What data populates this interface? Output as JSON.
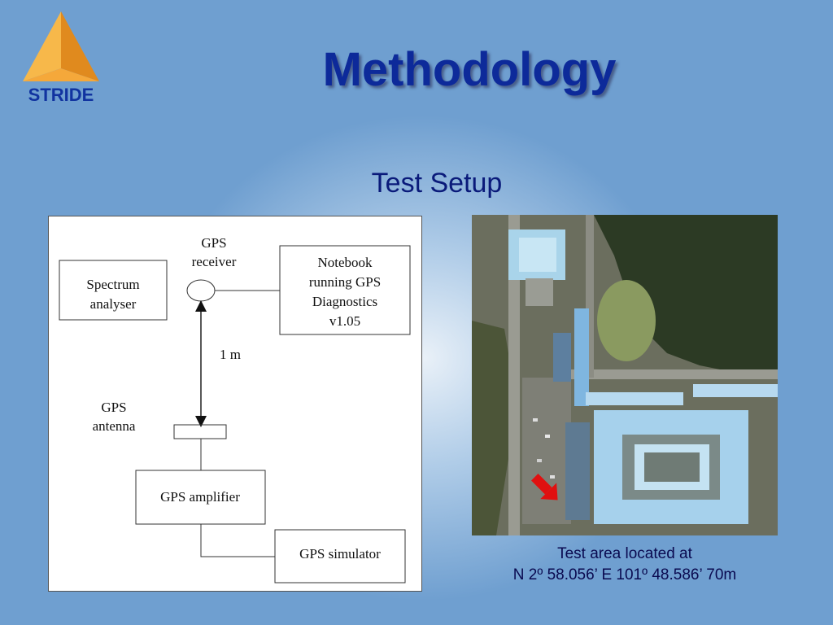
{
  "slide": {
    "title": "Methodology",
    "subtitle": "Test Setup"
  },
  "logo": {
    "text": "STRIDE",
    "icon": "stride-triangle-icon"
  },
  "diagram": {
    "gps_receiver_label_1": "GPS",
    "gps_receiver_label_2": "receiver",
    "spectrum_analyser_1": "Spectrum",
    "spectrum_analyser_2": "analyser",
    "notebook_1": "Notebook",
    "notebook_2": "running GPS",
    "notebook_3": "Diagnostics",
    "notebook_4": "v1.05",
    "distance_label": "1 m",
    "gps_antenna_1": "GPS",
    "gps_antenna_2": "antenna",
    "gps_amplifier": "GPS amplifier",
    "gps_simulator": "GPS simulator"
  },
  "photo": {
    "icon": "red-arrow-icon"
  },
  "caption": {
    "line1": "Test area located at",
    "line2": "N 2º 58.056’ E 101º 48.586’ 70m"
  },
  "colors": {
    "background": "#6f9fd0",
    "title": "#0d2a9a",
    "logo_orange": "#f0a030"
  }
}
